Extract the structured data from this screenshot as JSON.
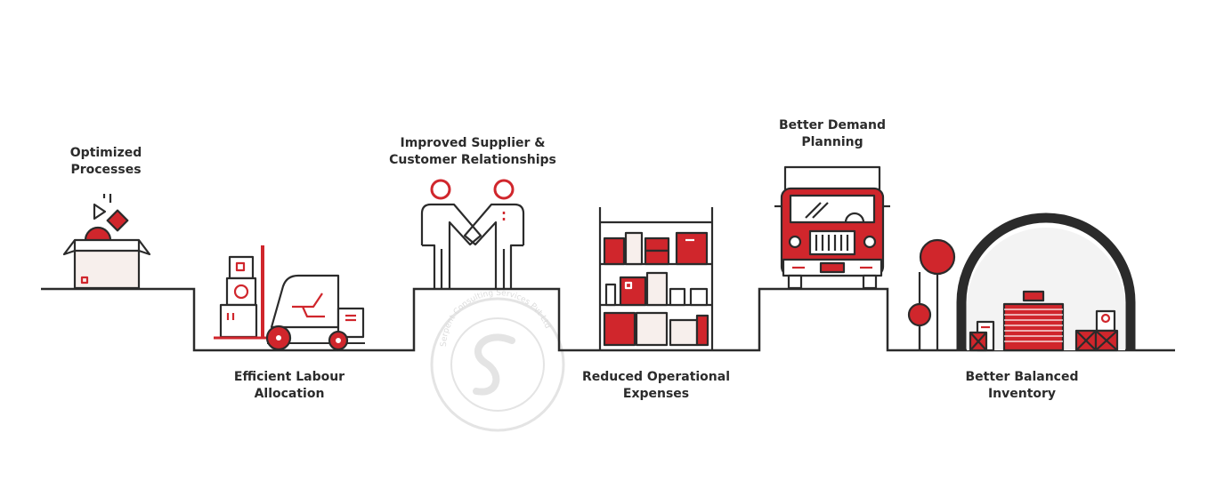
{
  "colors": {
    "outline": "#2b2b2b",
    "accent": "#d0262c",
    "fill_light": "#f7efec",
    "watermark": "#e4e4e4"
  },
  "steps": [
    {
      "id": "optimized",
      "line1": "Optimized",
      "line2": "Processes",
      "icon": "open-box-icon"
    },
    {
      "id": "labour",
      "line1": "Efficient Labour",
      "line2": "Allocation",
      "icon": "forklift-icon"
    },
    {
      "id": "relationships",
      "line1": "Improved Supplier &",
      "line2": "Customer Relationships",
      "icon": "handshake-icon"
    },
    {
      "id": "expenses",
      "line1": "Reduced Operational",
      "line2": "Expenses",
      "icon": "shelf-icon"
    },
    {
      "id": "demand",
      "line1": "Better Demand",
      "line2": "Planning",
      "icon": "truck-icon"
    },
    {
      "id": "inventory",
      "line1": "Better Balanced",
      "line2": "Inventory",
      "icon": "warehouse-icon"
    }
  ],
  "watermark": {
    "text": "Serpent Consulting Services Pvt Ltd",
    "icon": "serpent-logo-icon"
  }
}
